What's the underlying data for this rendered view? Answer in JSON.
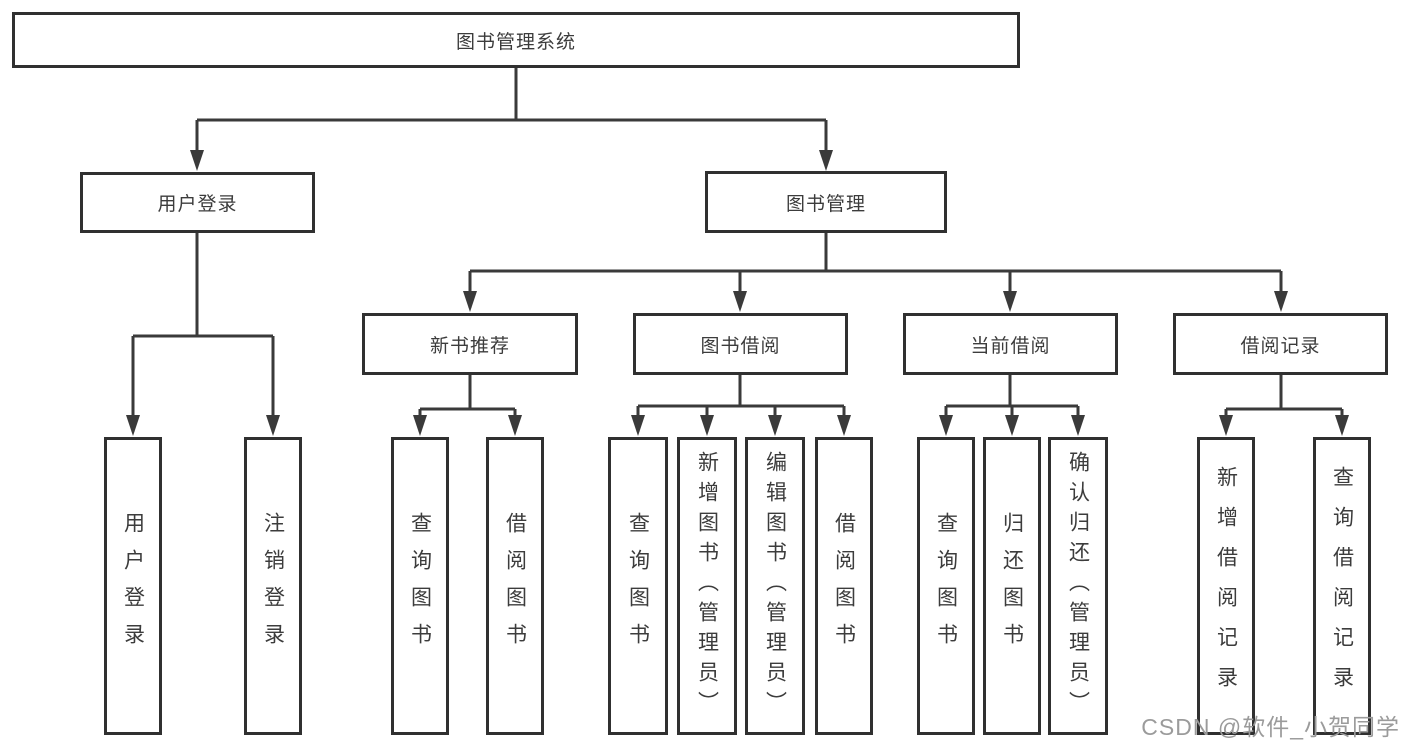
{
  "diagram_title": "图书管理系统",
  "tree": {
    "root": {
      "label": "图书管理系统"
    },
    "children": [
      {
        "label": "用户登录",
        "children": [
          {
            "label": "用户登录"
          },
          {
            "label": "注销登录"
          }
        ]
      },
      {
        "label": "图书管理",
        "children": [
          {
            "label": "新书推荐",
            "children": [
              {
                "label": "查询图书"
              },
              {
                "label": "借阅图书"
              }
            ]
          },
          {
            "label": "图书借阅",
            "children": [
              {
                "label": "查询图书"
              },
              {
                "label": "新增图书（管理员）"
              },
              {
                "label": "编辑图书（管理员）"
              },
              {
                "label": "借阅图书"
              }
            ]
          },
          {
            "label": "当前借阅",
            "children": [
              {
                "label": "查询图书"
              },
              {
                "label": "归还图书"
              },
              {
                "label": "确认归还（管理员）"
              }
            ]
          },
          {
            "label": "借阅记录",
            "children": [
              {
                "label": "新增借阅记录"
              },
              {
                "label": "查询借阅记录"
              }
            ]
          }
        ]
      }
    ]
  },
  "colors": {
    "line": "#3a3a3a",
    "border": "#303030",
    "text": "#3c3c3c",
    "watermark": "#9b9b9b",
    "background": "#ffffff"
  },
  "watermark": {
    "text": "CSDN @软件_小贺同学"
  }
}
